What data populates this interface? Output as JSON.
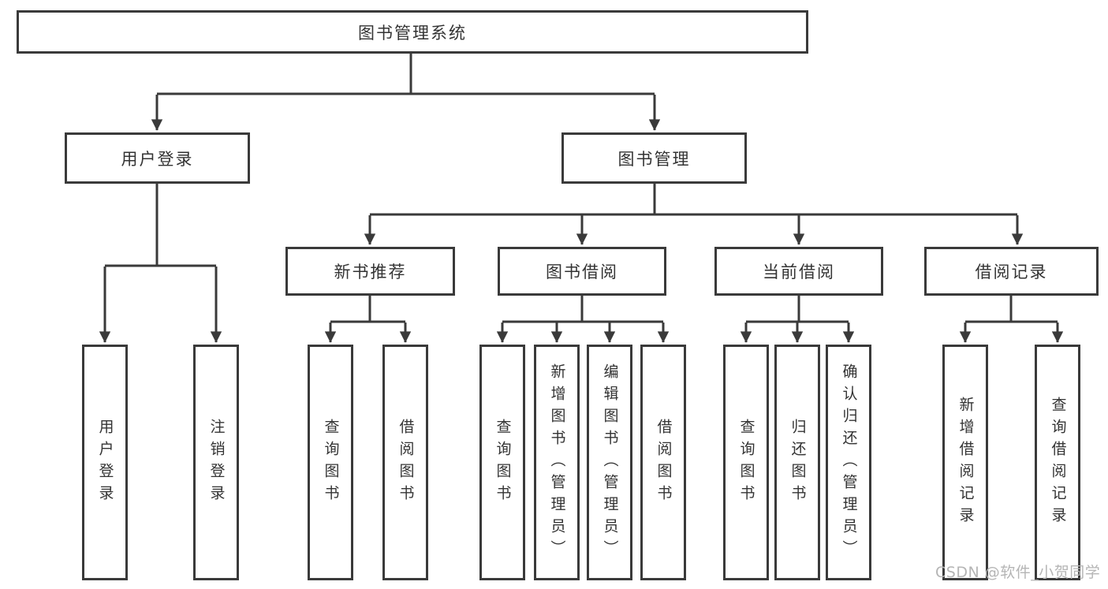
{
  "diagram_type": "hierarchy-diagram",
  "watermark": "CSDN @软件_小贺同学",
  "colors": {
    "line": "#3a3a3a",
    "box_border": "#3a3a3a",
    "text": "#333333",
    "background": "#ffffff",
    "watermark": "#b5b5b5"
  },
  "tree": {
    "label": "图书管理系统",
    "children": [
      {
        "label": "用户登录",
        "children": [
          {
            "label": "用户登录"
          },
          {
            "label": "注销登录"
          }
        ]
      },
      {
        "label": "图书管理",
        "children": [
          {
            "label": "新书推荐",
            "children": [
              {
                "label": "查询图书"
              },
              {
                "label": "借阅图书"
              }
            ]
          },
          {
            "label": "图书借阅",
            "children": [
              {
                "label": "查询图书"
              },
              {
                "label": "新增图书（管理员）"
              },
              {
                "label": "编辑图书（管理员）"
              },
              {
                "label": "借阅图书"
              }
            ]
          },
          {
            "label": "当前借阅",
            "children": [
              {
                "label": "查询图书"
              },
              {
                "label": "归还图书"
              },
              {
                "label": "确认归还（管理员）"
              }
            ]
          },
          {
            "label": "借阅记录",
            "children": [
              {
                "label": "新增借阅记录"
              },
              {
                "label": "查询借阅记录"
              }
            ]
          }
        ]
      }
    ]
  }
}
